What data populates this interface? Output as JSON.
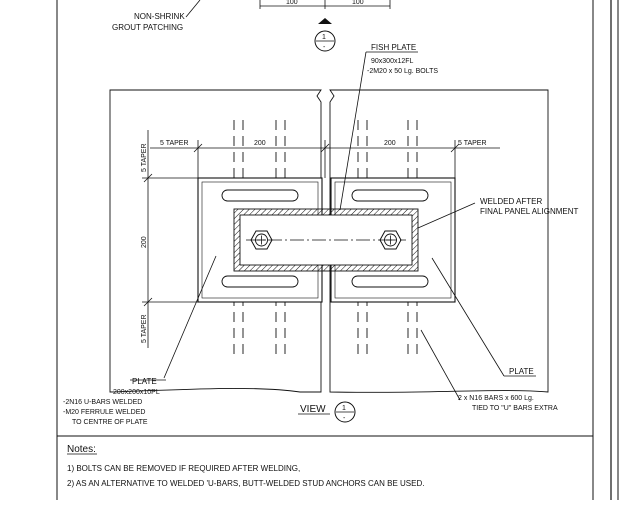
{
  "grout_label": [
    "NON-SHRINK",
    "GROUT PATCHING"
  ],
  "top_dims": [
    "100",
    "100"
  ],
  "section_marker": {
    "top": "1",
    "bottom": "-"
  },
  "fish_plate": {
    "title": "FISH PLATE",
    "lines": [
      "90x300x12FL",
      "-2M20 x 50 Lg. BOLTS"
    ]
  },
  "taper_left": "5 TAPER",
  "taper_right": "5 TAPER",
  "dim_left_200": "200",
  "dim_right_200": "200",
  "vert_taper_top": "5 TAPER",
  "vert_dim_200": "200",
  "vert_taper_bottom": "5 TAPER",
  "welded_after": [
    "WELDED AFTER",
    "FINAL PANEL ALIGNMENT"
  ],
  "plate_right": "PLATE",
  "plate_left": {
    "title": "PLATE",
    "lines": [
      "200x200x10PL",
      "-2N16 U-BARS WELDED",
      "-M20 FERRULE WELDED",
      "TO CENTRE OF PLATE"
    ]
  },
  "bars_note": [
    "2 x N16 BARS x 600 Lg.",
    "TIED TO \"U\" BARS EXTRA"
  ],
  "view": {
    "label": "VIEW",
    "top": "1",
    "bottom": "-"
  },
  "notes": {
    "heading": "Notes:",
    "items": [
      "1) BOLTS CAN BE REMOVED IF REQUIRED AFTER WELDING,",
      "2) AS AN ALTERNATIVE TO WELDED 'U-BARS,  BUTT-WELDED STUD ANCHORS CAN BE USED."
    ]
  }
}
